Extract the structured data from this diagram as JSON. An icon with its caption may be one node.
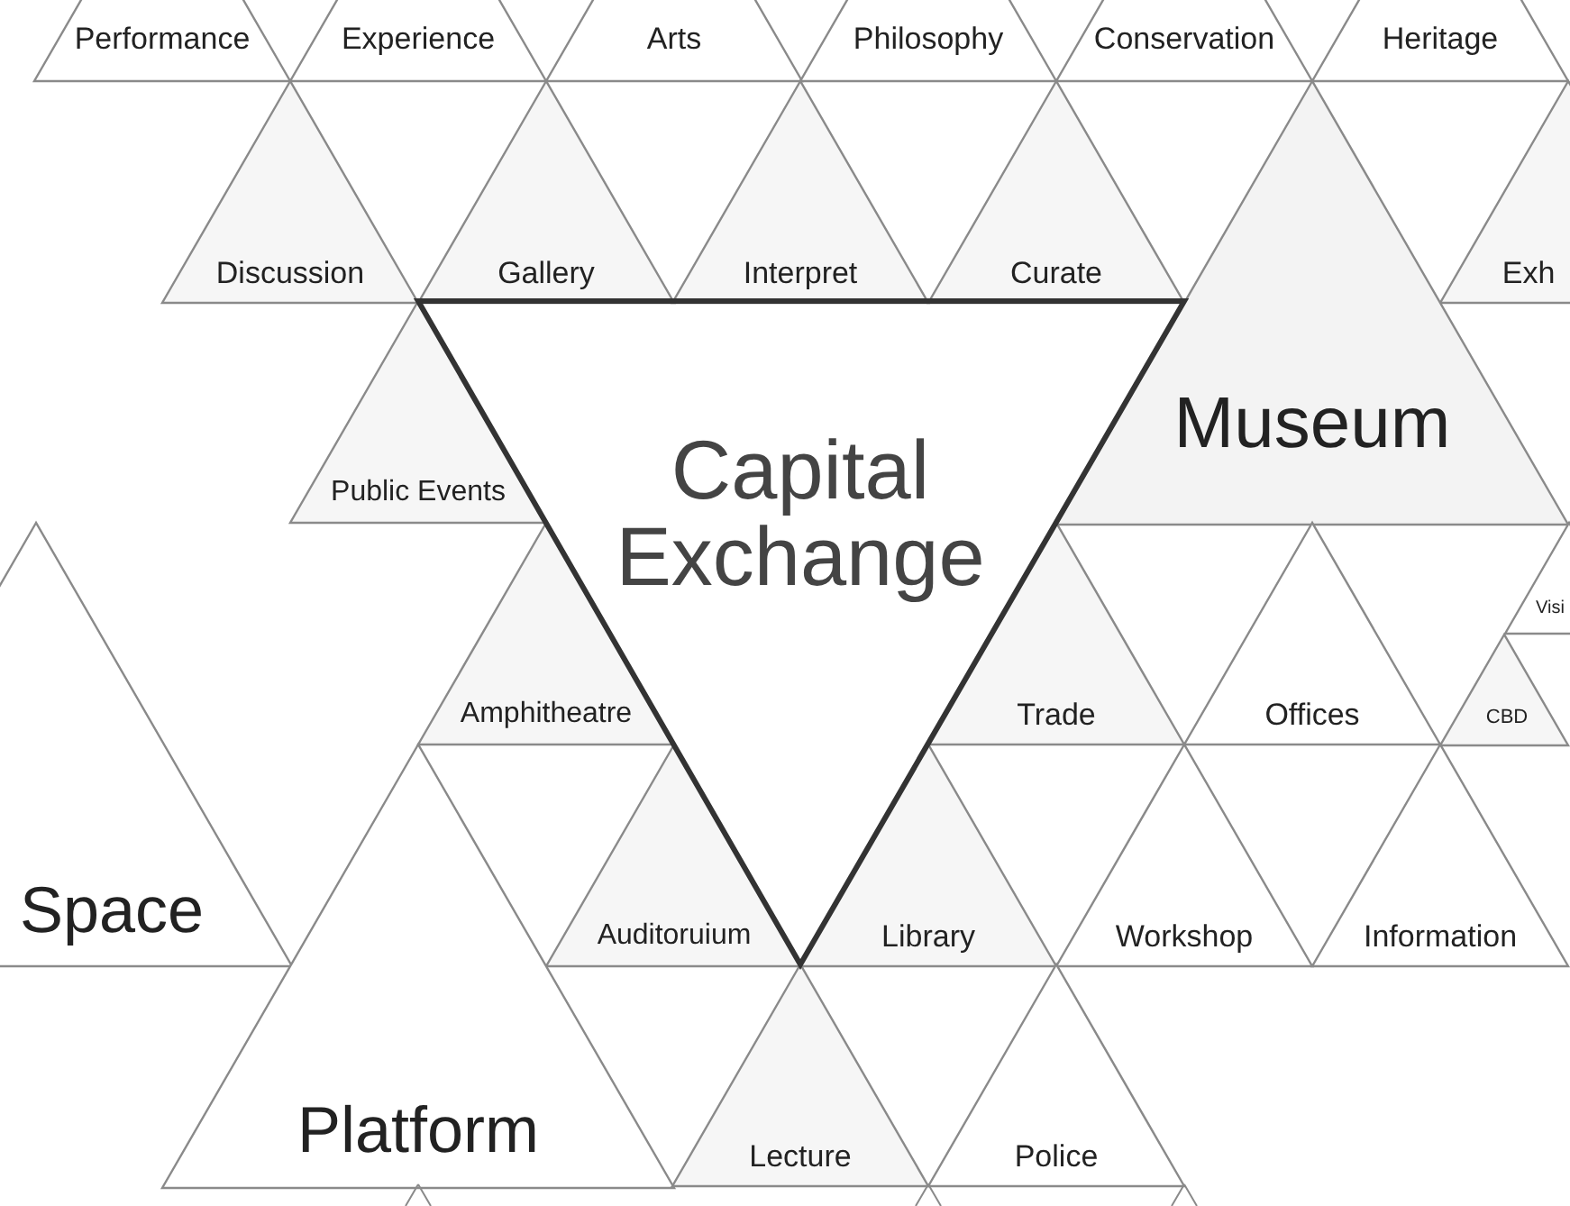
{
  "diagram": {
    "nodes": [
      {
        "text": [
          "Performance"
        ]
      },
      {
        "text": [
          "Experience"
        ]
      },
      {
        "text": [
          "Arts"
        ]
      },
      {
        "text": [
          "Philosophy"
        ]
      },
      {
        "text": [
          "Conservation"
        ]
      },
      {
        "text": [
          "Heritage"
        ]
      },
      {
        "text": [
          "Discussion"
        ]
      },
      {
        "text": [
          "Gallery"
        ]
      },
      {
        "text": [
          "Interpret"
        ]
      },
      {
        "text": [
          "Curate"
        ]
      },
      {
        "text": [
          "Exh"
        ]
      },
      {
        "text": [
          "Capital Exchange"
        ]
      },
      {
        "text": [
          "Museum"
        ]
      },
      {
        "text": [
          "Public Events"
        ]
      },
      {
        "text": [
          "Visi"
        ]
      },
      {
        "text": [
          "Space"
        ]
      },
      {
        "text": [
          "Amphitheatre"
        ]
      },
      {
        "text": [
          "Trade"
        ]
      },
      {
        "text": [
          "Offices"
        ]
      },
      {
        "text": [
          "CBD"
        ]
      },
      {
        "text": [
          "Auditoruium"
        ]
      },
      {
        "text": [
          "Library"
        ]
      },
      {
        "text": [
          "Workshop"
        ]
      },
      {
        "text": [
          "Information"
        ]
      },
      {
        "text": [
          "Platform"
        ]
      },
      {
        "text": [
          "Lecture"
        ]
      },
      {
        "text": [
          "Police"
        ]
      }
    ]
  }
}
